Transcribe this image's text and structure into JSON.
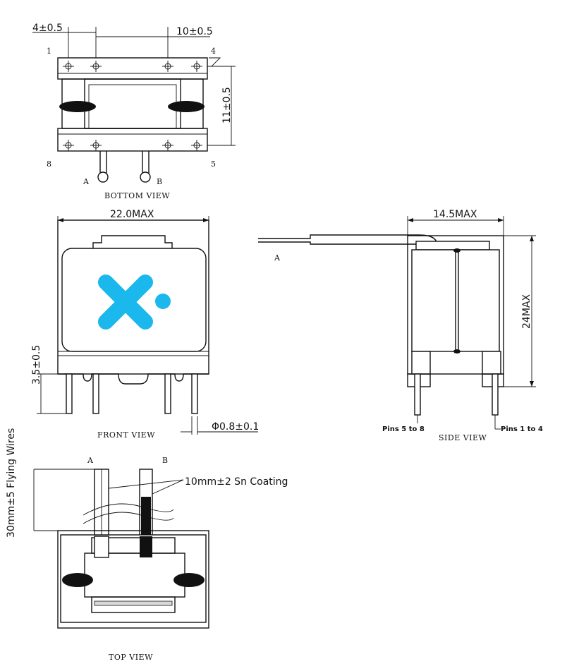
{
  "bottom_view": {
    "title": "BOTTOM VIEW",
    "dim_pin_edge": "4±0.5",
    "dim_pin_pitch": "10±0.5",
    "dim_row_spacing": "11±0.5",
    "pin_1": "1",
    "pin_4": "4",
    "pin_5": "5",
    "pin_8": "8",
    "wire_a": "A",
    "wire_b": "B"
  },
  "front_view": {
    "title": "FRONT VIEW",
    "dim_width": "22.0MAX",
    "dim_standoff": "3.5±0.5",
    "dim_pin_diameter": "Φ0.8±0.1",
    "logo_color": "#1ab8ec",
    "logo": "x-logo"
  },
  "side_view": {
    "title": "SIDE VIEW",
    "dim_depth": "14.5MAX",
    "dim_height": "24MAX",
    "wire_a": "A",
    "pins_left": "Pins 5 to 8",
    "pins_right": "Pins 1 to 4"
  },
  "top_view": {
    "title": "TOP VIEW",
    "wire_a": "A",
    "wire_b": "B",
    "coating_note": "10mm±2 Sn Coating",
    "wire_length_note": "30mm±5 Flying Wires"
  }
}
